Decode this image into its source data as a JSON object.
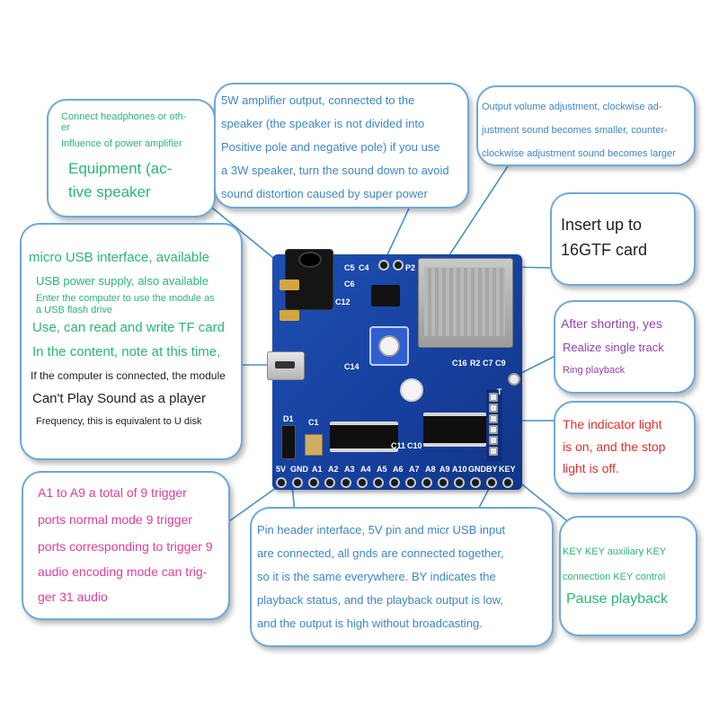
{
  "colors": {
    "green": "#2bb673",
    "blue": "#3d86c6",
    "purple": "#8e44ad",
    "red": "#e0302e",
    "magenta": "#e03d9a",
    "dark": "#222222",
    "border": "#6fa8d8",
    "board": "#1a47a8"
  },
  "callouts": {
    "headphones": {
      "lines": [
        "Connect headphones or oth-",
        "er",
        "Influence of power amplifier",
        "Equipment (ac-",
        "tive speaker"
      ]
    },
    "amplifier": {
      "lines": [
        "5W amplifier output, connected to the",
        "speaker (the speaker is not divided into",
        "Positive pole and negative pole) if you use",
        "a 3W speaker, turn the sound down to avoid",
        "sound distortion caused by super power"
      ]
    },
    "volume": {
      "lines": [
        "Output volume adjustment, clockwise ad-",
        "justment sound becomes smaller, counter-",
        "clockwise adjustment sound becomes larger"
      ]
    },
    "tf_card": {
      "lines": [
        "Insert up to",
        "16GTF card"
      ]
    },
    "usb": {
      "lines": [
        "micro USB interface, available",
        "USB power supply, also available",
        "Enter the computer to use the module as",
        "a USB flash drive",
        "Use, can read and write TF card",
        "In the content, note at this time,",
        "If the computer is connected, the module",
        "Can't Play Sound as a player",
        "Frequency, this is equivalent to U disk"
      ]
    },
    "shorting": {
      "lines": [
        "After shorting, yes",
        "Realize single track",
        "Ring playback"
      ]
    },
    "indicator": {
      "lines": [
        "The indicator light",
        "is on, and the stop",
        "light is off."
      ]
    },
    "trigger": {
      "lines": [
        "A1 to A9 a total of 9 trigger",
        "ports normal mode 9 trigger",
        "ports corresponding to trigger 9",
        "audio encoding mode can trig-",
        "ger 31 audio"
      ]
    },
    "pin_header": {
      "lines": [
        "Pin header interface, 5V pin and micr USB input",
        "are connected, all gnds are connected together,",
        "so it is the same everywhere. BY indicates the",
        "playback status, and the playback output is low,",
        "and the output is high without broadcasting."
      ]
    },
    "key": {
      "lines": [
        "KEY KEY auxiliary KEY",
        "connection KEY control",
        "Pause playback"
      ]
    }
  },
  "board": {
    "pin_labels": [
      "5V",
      "GND",
      "A1",
      "A2",
      "A3",
      "A4",
      "A5",
      "A6",
      "A7",
      "A8",
      "A9",
      "A10",
      "GND",
      "BY",
      "KEY"
    ],
    "components": [
      "C5",
      "C4",
      "P2",
      "C6",
      "C12",
      "C14",
      "C16",
      "R2",
      "C7",
      "C9",
      "D1",
      "C1",
      "C11",
      "C10",
      "T"
    ]
  }
}
